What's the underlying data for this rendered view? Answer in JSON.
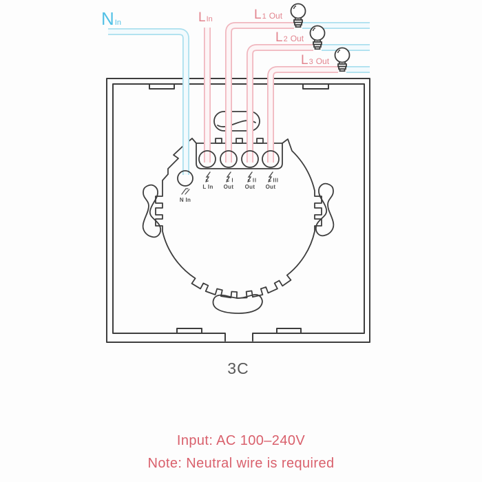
{
  "diagram": {
    "model": "3C",
    "wire_labels": {
      "n_in": {
        "letter": "N",
        "suffix": "In"
      },
      "l_in": {
        "letter": "L",
        "suffix": "In"
      },
      "l1_out": {
        "letter": "L",
        "sub": "1",
        "suffix": "Out"
      },
      "l2_out": {
        "letter": "L",
        "sub": "2",
        "suffix": "Out"
      },
      "l3_out": {
        "letter": "L",
        "sub": "3",
        "suffix": "Out"
      }
    },
    "terminals": [
      {
        "icon": "lightning-bolt",
        "label": "L In"
      },
      {
        "icon": "lightning-bolt-1",
        "label": "Out"
      },
      {
        "icon": "lightning-bolt-2",
        "label": "Out"
      },
      {
        "icon": "lightning-bolt-3",
        "label": "Out"
      }
    ],
    "n_terminal": {
      "icon": "neutral-symbol",
      "label": "N In"
    },
    "footer": {
      "input": "Input: AC 100–240V",
      "note": "Note: Neutral wire is required"
    },
    "colors": {
      "line": "#3d3d3d",
      "neutral_wire_outline": "#aadfee",
      "neutral_wire_core": "#f2fafd",
      "live_wire_outline": "#f0b6be",
      "live_wire_core": "#fdf5f6",
      "neutral_label": "#53c1e6",
      "live_label": "#e2848e",
      "footer_text": "#d9606c",
      "model_text": "#585858"
    }
  }
}
